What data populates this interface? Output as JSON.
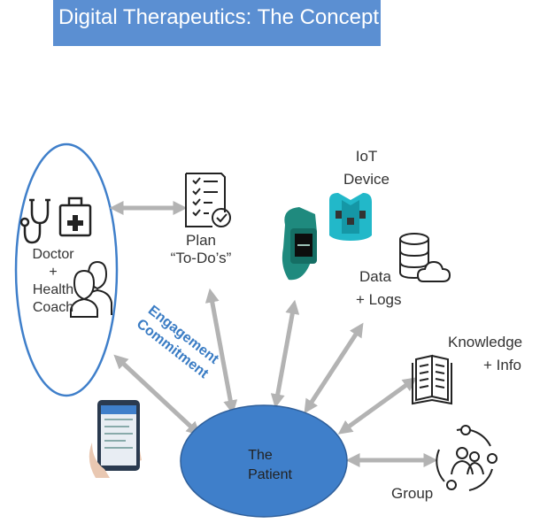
{
  "title": "Digital Therapeutics: The Concept",
  "nodes": {
    "doctor": {
      "line1": "Doctor",
      "line2": "+",
      "line3": "Health",
      "line4": "Coach"
    },
    "plan": {
      "line1": "Plan",
      "line2": "“To-Do’s”"
    },
    "iot": {
      "line1": "IoT",
      "line2": "Device"
    },
    "data": {
      "line1": "Data",
      "line2": "+ Logs"
    },
    "knowledge": {
      "line1": "Knowledge",
      "line2": "+ Info"
    },
    "group": {
      "label": "Group"
    },
    "patient": {
      "line1": "The",
      "line2": "Patient"
    }
  },
  "engagement": {
    "line1": "Engagement",
    "line2": "Commitment"
  },
  "colors": {
    "banner": "#5b8fd2",
    "patient": "#3f7fca",
    "ellipse_stroke": "#3f7fca",
    "arrow": "#b3b3b3",
    "engagement_text": "#3a7cc4",
    "watch": "#1f8a7e"
  }
}
